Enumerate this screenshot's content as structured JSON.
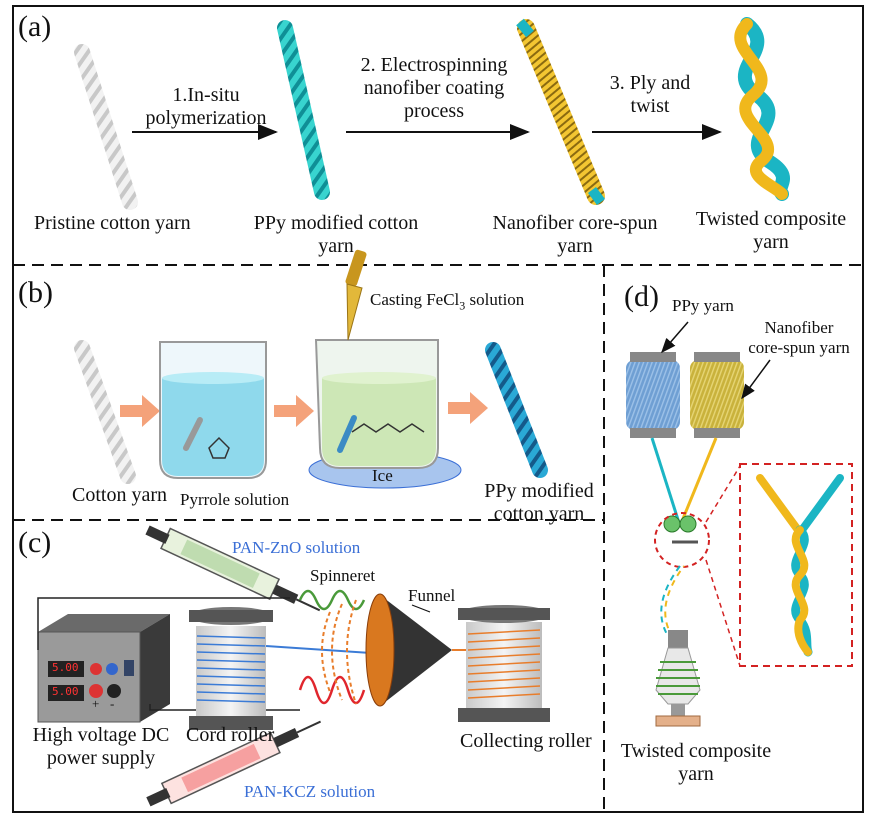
{
  "panels": {
    "a": "(a)",
    "b": "(b)",
    "c": "(c)",
    "d": "(d)"
  },
  "panel_a": {
    "step1": [
      "1.In-situ",
      "polymerization"
    ],
    "step2": [
      "2. Electrospinning",
      "nanofiber coating",
      "process"
    ],
    "step3": [
      "3. Ply and",
      "twist"
    ],
    "yarn1": "Pristine cotton yarn",
    "yarn2": [
      "PPy modified cotton",
      "yarn"
    ],
    "yarn3": [
      "Nanofiber core-spun",
      "yarn"
    ],
    "yarn4": [
      "Twisted composite",
      "yarn"
    ]
  },
  "panel_b": {
    "cotton": "Cotton yarn",
    "pyrrole": "Pyrrole solution",
    "casting": "Casting FeCl",
    "casting_sub": "3",
    "casting_tail": " solution",
    "ice": "Ice",
    "ppy": [
      "PPy modified",
      "cotton yarn"
    ]
  },
  "panel_c": {
    "znO": "PAN-ZnO solution",
    "kcz": "PAN-KCZ solution",
    "spinneret": "Spinneret",
    "funnel": "Funnel",
    "power": [
      "High voltage DC",
      "power supply"
    ],
    "cord": "Cord roller",
    "collect": "Collecting roller",
    "display1": "5.00",
    "display2": "5.00",
    "plus": "+",
    "minus": "-"
  },
  "panel_d": {
    "ppy": "PPy yarn",
    "nano": [
      "Nanofiber",
      "core-spun yarn"
    ],
    "twisted": [
      "Twisted composite",
      "yarn"
    ]
  },
  "colors": {
    "cyan": "#1bb5c4",
    "gold": "#f0b81c",
    "orange": "#e87d2b",
    "green": "#4a9a3a",
    "red": "#e0262d",
    "blue": "#3b6fd6"
  }
}
